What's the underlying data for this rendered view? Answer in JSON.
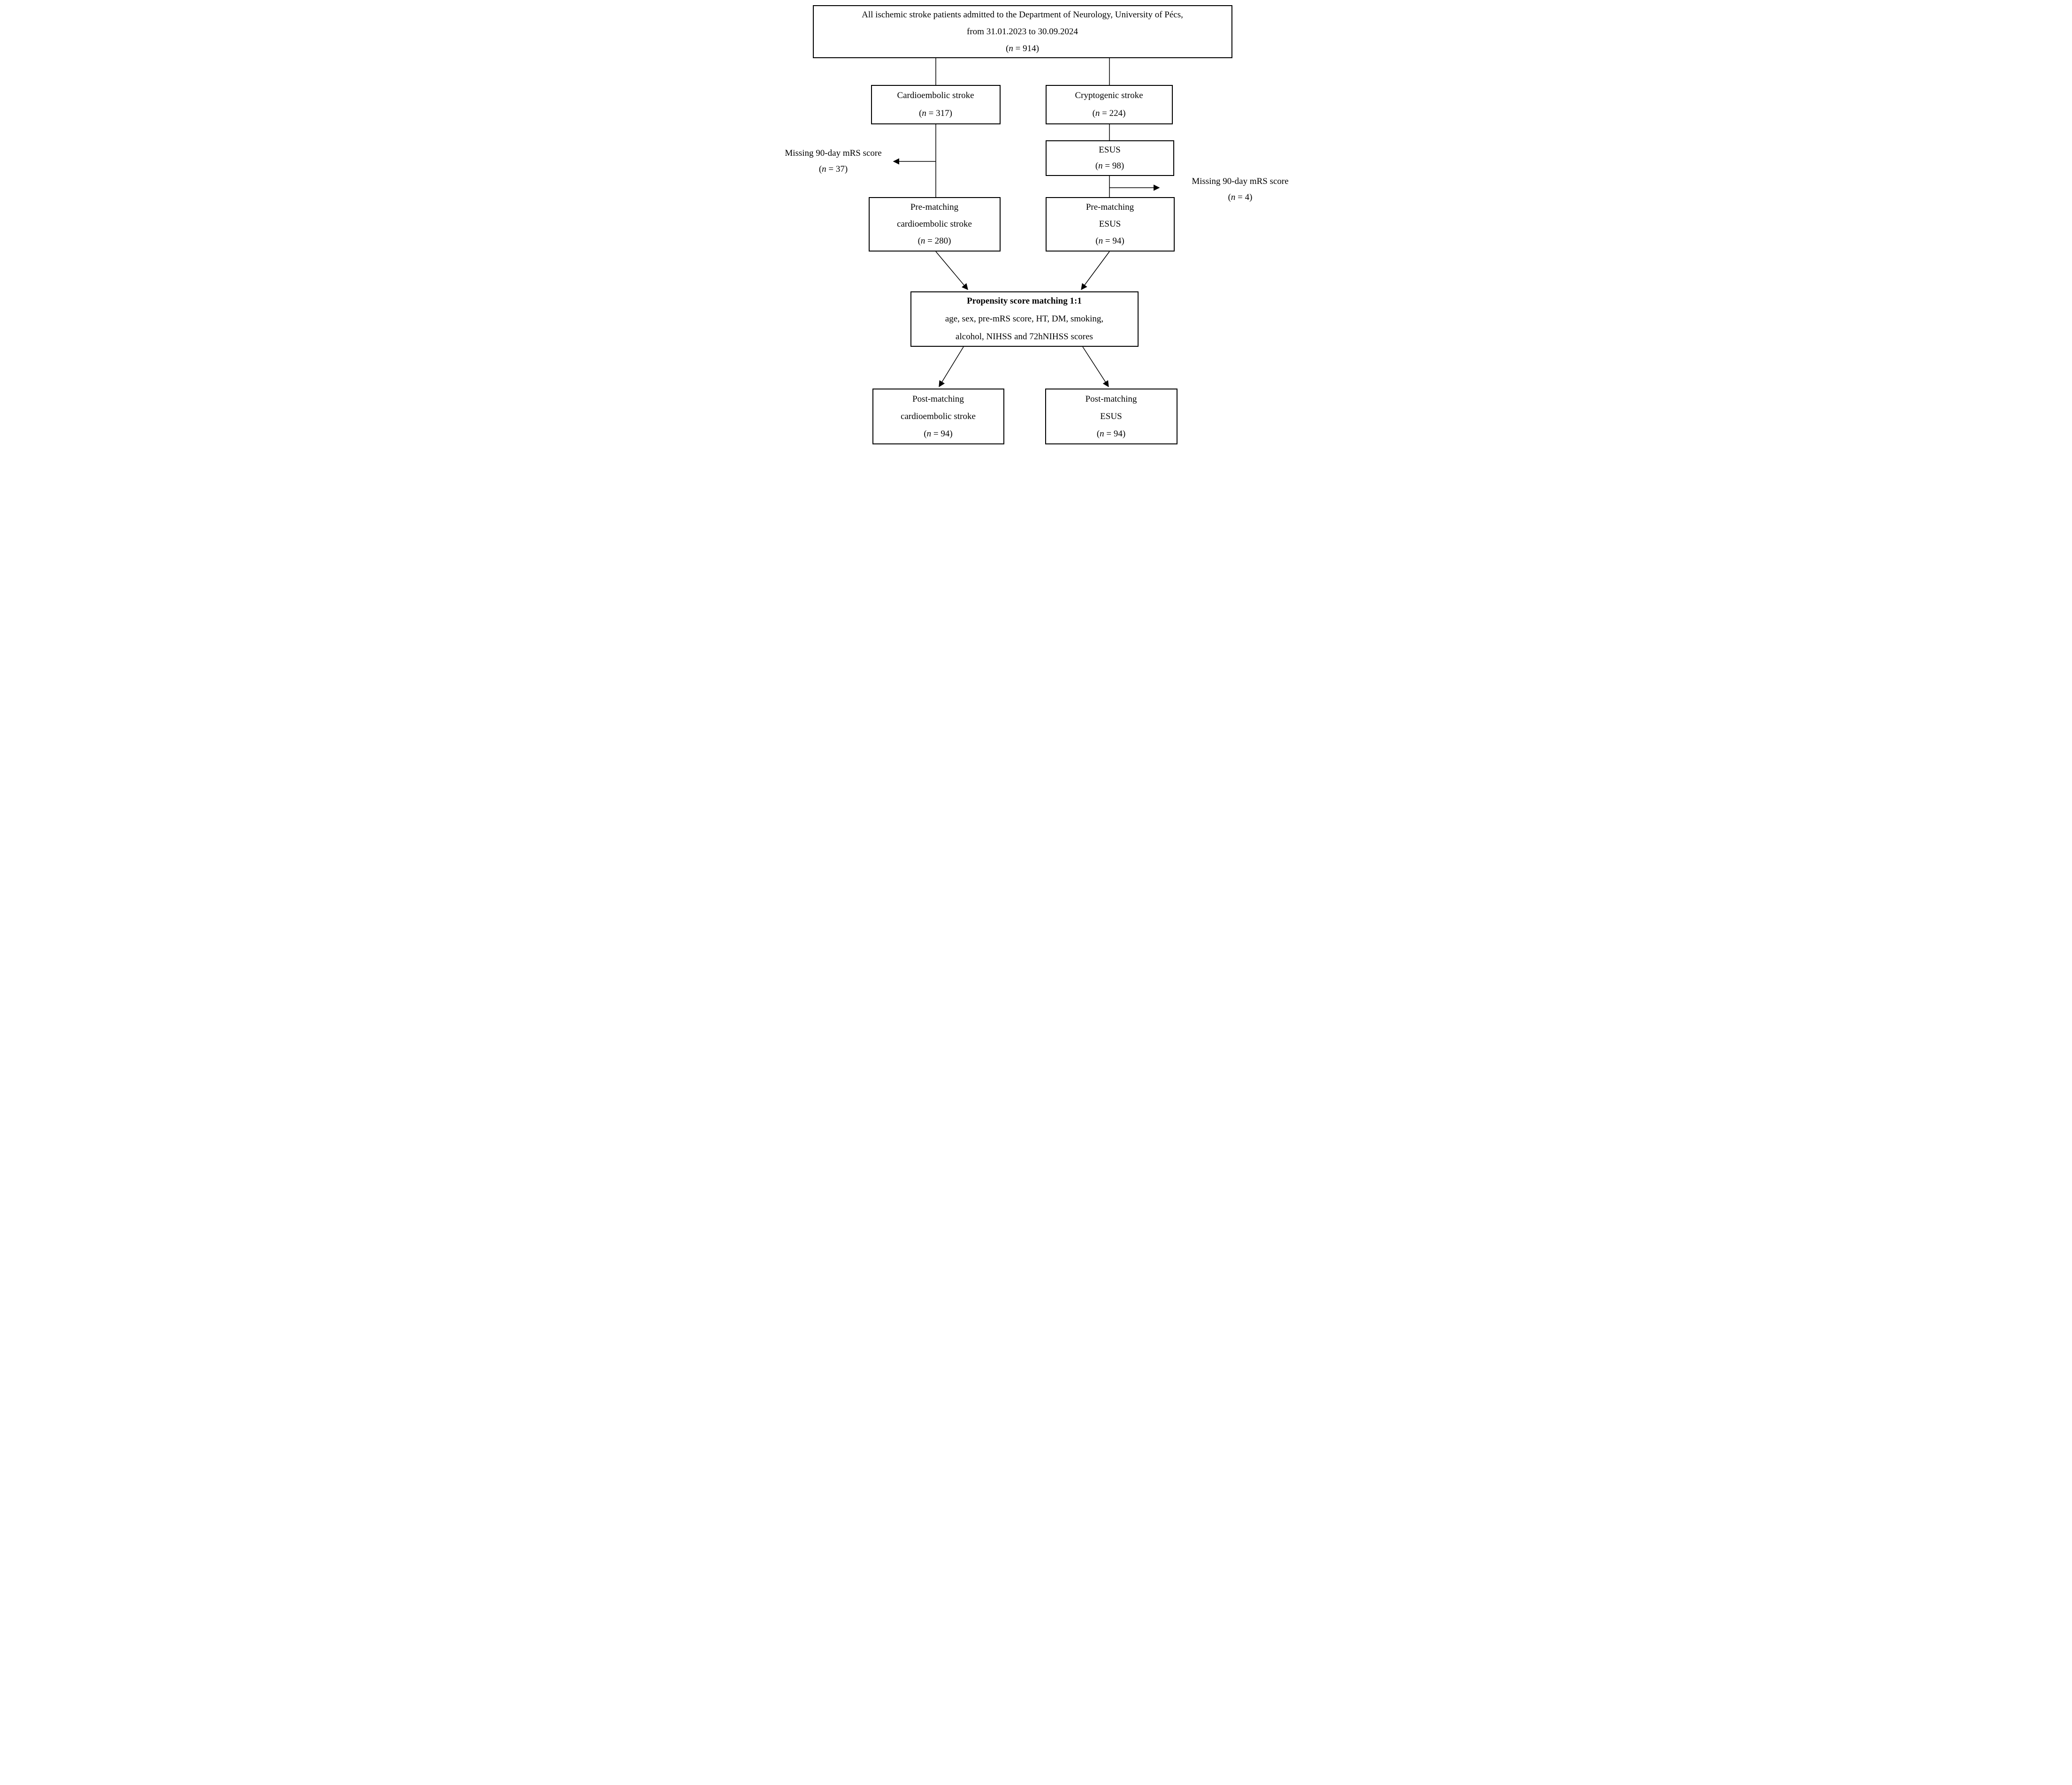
{
  "figure": {
    "colors": {
      "line": "#000000",
      "background": "#ffffff",
      "text": "#000000"
    },
    "boxes": {
      "total": {
        "line1": "All ischemic stroke patients admitted to the Department of Neurology, University of Pécs,",
        "line2": "from 31.01.2023 to 30.09.2024",
        "n_line": "(n = 914)"
      },
      "cardioembolic": {
        "title": "Cardioembolic stroke",
        "n_line": "(n = 317)"
      },
      "cryptogenic": {
        "title": "Cryptogenic stroke",
        "n_line": "(n = 224)"
      },
      "esus": {
        "title": "ESUS",
        "n_line": "(n = 98)"
      },
      "pre_matching_cardioembolic": {
        "line1": "Pre-matching",
        "line2": "cardioembolic stroke",
        "n_line": "(n = 280)"
      },
      "pre_matching_esus": {
        "line1": "Pre-matching",
        "line2": "ESUS",
        "n_line": "(n = 94)"
      },
      "propensity": {
        "title": "Propensity score matching 1:1",
        "criteria_line1": "age, sex, pre-mRS score, HT, DM, smoking,",
        "criteria_line2": "alcohol, NIHSS and 72hNIHSS scores"
      },
      "post_matching_cardioembolic": {
        "line1": "Post-matching",
        "line2": "cardioembolic stroke",
        "n_line": "(n = 94)"
      },
      "post_matching_esus": {
        "line1": "Post-matching",
        "line2": "ESUS",
        "n_line": "(n = 94)"
      }
    },
    "exclusions": {
      "left": {
        "label": "Missing 90-day mRS score",
        "n_line": "(n = 37)"
      },
      "right": {
        "label": "Missing 90-day mRS score",
        "n_line": "(n = 4)"
      }
    }
  }
}
